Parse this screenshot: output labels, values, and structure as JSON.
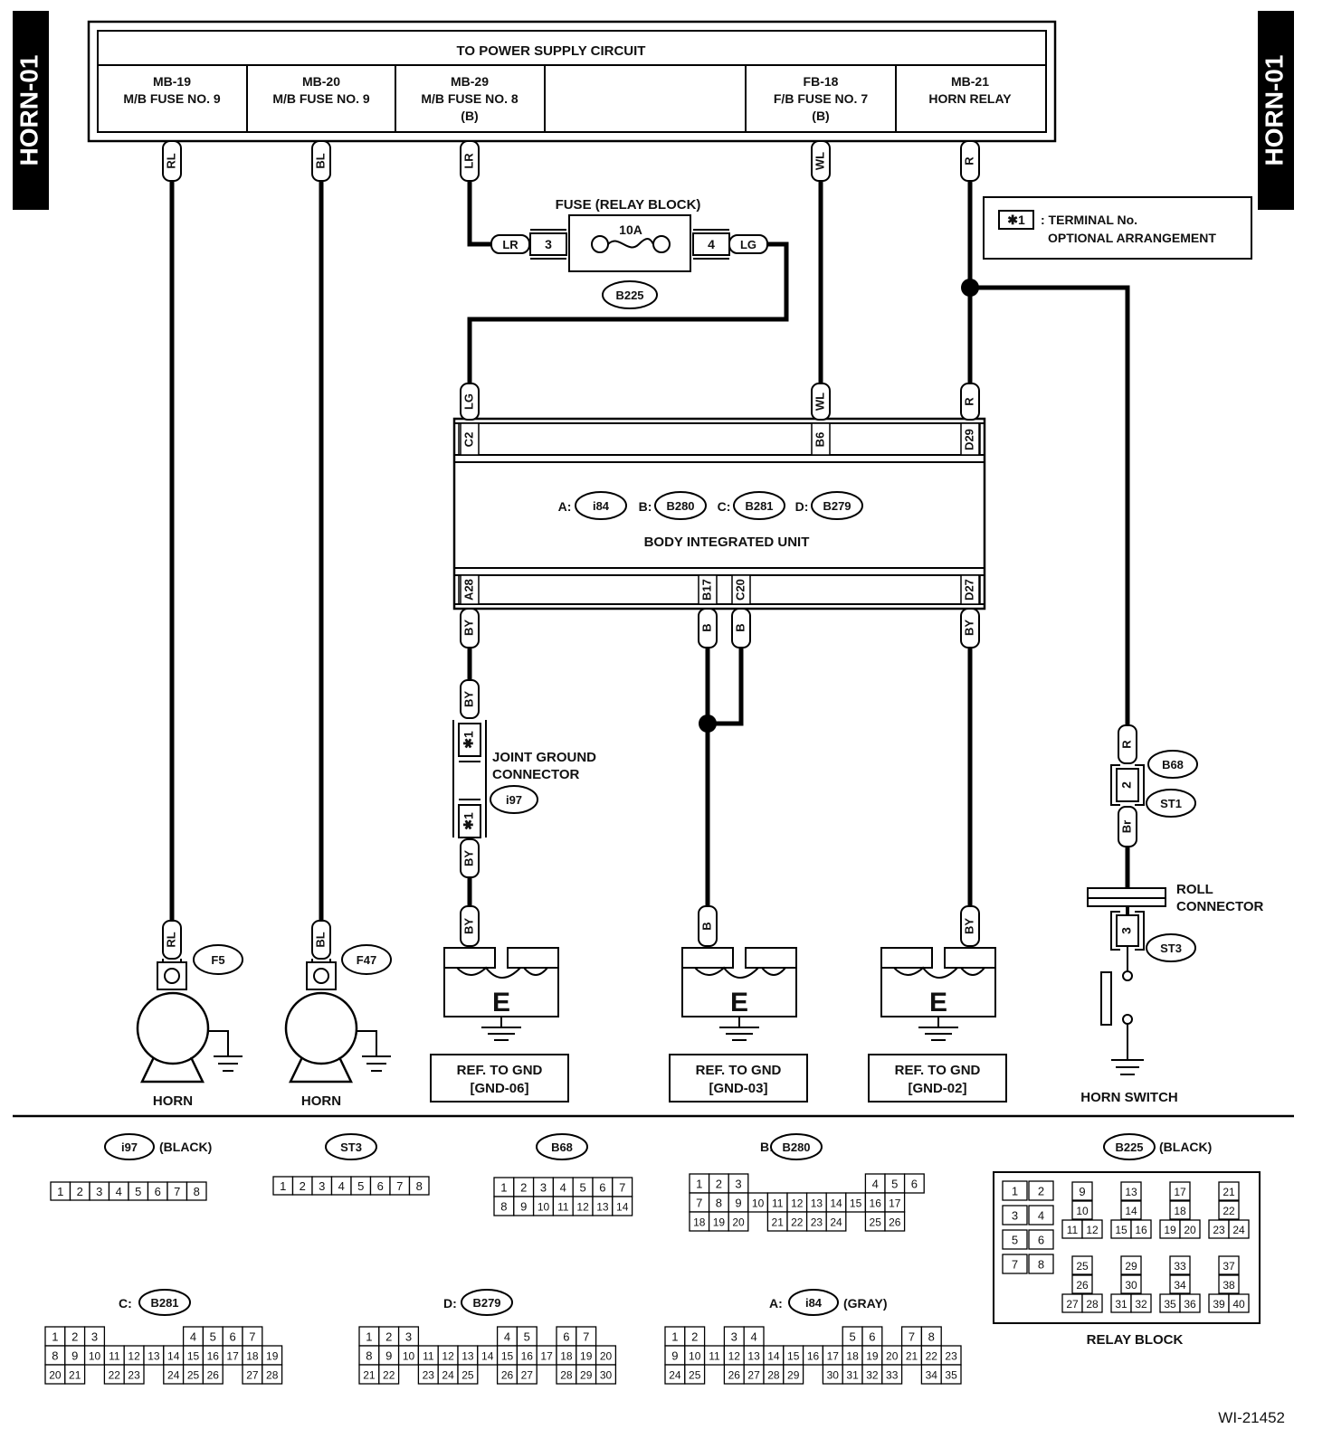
{
  "side_tab": "HORN-01",
  "power": {
    "title": "TO POWER SUPPLY CIRCUIT",
    "cells": [
      {
        "l1": "MB-19",
        "l2": "M/B FUSE NO. 9",
        "l3": ""
      },
      {
        "l1": "MB-20",
        "l2": "M/B FUSE NO. 9",
        "l3": ""
      },
      {
        "l1": "MB-29",
        "l2": "M/B FUSE NO. 8",
        "l3": "(B)"
      },
      {
        "l1": "",
        "l2": "",
        "l3": ""
      },
      {
        "l1": "FB-18",
        "l2": "F/B FUSE NO. 7",
        "l3": "(B)"
      },
      {
        "l1": "MB-21",
        "l2": "HORN RELAY",
        "l3": ""
      }
    ]
  },
  "wire_colors": {
    "rl": "RL",
    "bl": "BL",
    "lr": "LR",
    "lg": "LG",
    "wl": "WL",
    "r": "R",
    "by": "BY",
    "b": "B",
    "br": "Br"
  },
  "fuse": {
    "title": "FUSE (RELAY BLOCK)",
    "rating": "10A",
    "pin_in": "3",
    "pin_out": "4",
    "connector": "B225"
  },
  "legend": {
    "mark": "✱1",
    "line1": ": TERMINAL No.",
    "line2": "OPTIONAL ARRANGEMENT"
  },
  "biu": {
    "name": "BODY INTEGRATED UNIT",
    "prefixes": [
      "A:",
      "B:",
      "C:",
      "D:"
    ],
    "connectors": [
      "i84",
      "B280",
      "B281",
      "B279"
    ],
    "top_pins": [
      "C2",
      "B6",
      "D29"
    ],
    "bottom_pins": [
      "A28",
      "B17",
      "C20",
      "D27"
    ]
  },
  "joint": {
    "line1": "JOINT GROUND",
    "line2": "CONNECTOR",
    "connector": "i97",
    "mark": "✱1"
  },
  "grounds": [
    {
      "letter": "E",
      "ref1": "REF. TO GND",
      "ref2": "[GND-06]"
    },
    {
      "letter": "E",
      "ref1": "REF. TO GND",
      "ref2": "[GND-03]"
    },
    {
      "letter": "E",
      "ref1": "REF. TO GND",
      "ref2": "[GND-02]"
    }
  ],
  "horns": [
    {
      "label": "HORN",
      "connector": "F5"
    },
    {
      "label": "HORN",
      "connector": "F47"
    }
  ],
  "horn_switch": {
    "pin_top": "2",
    "conn_b": "B68",
    "conn_st1": "ST1",
    "roll1": "ROLL",
    "roll2": "CONNECTOR",
    "pin_st3": "3",
    "conn_st3": "ST3",
    "label": "HORN SWITCH"
  },
  "views": {
    "i97": {
      "name": "i97",
      "note": "(BLACK)",
      "pins": [
        "1",
        "2",
        "3",
        "4",
        "5",
        "6",
        "7",
        "8"
      ]
    },
    "st3": {
      "name": "ST3",
      "pins": [
        "1",
        "2",
        "3",
        "4",
        "5",
        "6",
        "7",
        "8"
      ]
    },
    "b68": {
      "name": "B68",
      "rows": [
        [
          "1",
          "2",
          "3",
          "4",
          "5",
          "6",
          "7"
        ],
        [
          "8",
          "9",
          "10",
          "11",
          "12",
          "13",
          "14"
        ]
      ]
    },
    "b280": {
      "prefix": "B:",
      "name": "B280",
      "rows": [
        [
          "1",
          "2",
          "3",
          "",
          "",
          "",
          "",
          "",
          "",
          "4",
          "5",
          "6"
        ],
        [
          "7",
          "8",
          "9",
          "10",
          "11",
          "12",
          "13",
          "14",
          "15",
          "16",
          "17"
        ],
        [
          "18",
          "19",
          "20",
          "",
          "21",
          "22",
          "23",
          "24",
          "",
          "25",
          "26"
        ]
      ]
    },
    "b225": {
      "name": "B225",
      "note": "(BLACK)",
      "caption": "RELAY BLOCK",
      "left": [
        [
          "1",
          "2"
        ],
        [
          "3",
          "4"
        ],
        [
          "5",
          "6"
        ],
        [
          "7",
          "8"
        ]
      ],
      "groups_top": [
        [
          "9",
          "10",
          "11",
          "12"
        ],
        [
          "13",
          "14",
          "15",
          "16"
        ],
        [
          "17",
          "18",
          "19",
          "20"
        ],
        [
          "21",
          "22",
          "23",
          "24"
        ]
      ],
      "groups_bottom": [
        [
          "25",
          "26",
          "27",
          "28"
        ],
        [
          "29",
          "30",
          "31",
          "32"
        ],
        [
          "33",
          "34",
          "35",
          "36"
        ],
        [
          "37",
          "38",
          "39",
          "40"
        ]
      ]
    },
    "b281": {
      "prefix": "C:",
      "name": "B281",
      "rows": [
        [
          "1",
          "2",
          "3",
          "",
          "",
          "",
          "",
          "4",
          "5",
          "6",
          "7"
        ],
        [
          "8",
          "9",
          "10",
          "11",
          "12",
          "13",
          "14",
          "15",
          "16",
          "17",
          "18",
          "19"
        ],
        [
          "20",
          "21",
          "",
          "22",
          "23",
          "",
          "24",
          "25",
          "26",
          "",
          "27",
          "28"
        ]
      ]
    },
    "b279": {
      "prefix": "D:",
      "name": "B279",
      "rows": [
        [
          "1",
          "2",
          "3",
          "",
          "",
          "",
          "",
          "4",
          "5",
          "",
          "6",
          "7"
        ],
        [
          "8",
          "9",
          "10",
          "11",
          "12",
          "13",
          "14",
          "15",
          "16",
          "17",
          "18",
          "19",
          "20"
        ],
        [
          "21",
          "22",
          "",
          "23",
          "24",
          "25",
          "",
          "26",
          "27",
          "",
          "28",
          "29",
          "30"
        ]
      ]
    },
    "i84": {
      "prefix": "A:",
      "name": "i84",
      "note": "(GRAY)",
      "rows": [
        [
          "1",
          "2",
          "",
          "3",
          "4",
          "",
          "",
          "",
          "",
          "5",
          "6",
          "",
          "7",
          "8"
        ],
        [
          "9",
          "10",
          "11",
          "12",
          "13",
          "14",
          "15",
          "16",
          "17",
          "18",
          "19",
          "20",
          "21",
          "22",
          "23"
        ],
        [
          "24",
          "25",
          "",
          "26",
          "27",
          "28",
          "29",
          "",
          "30",
          "31",
          "32",
          "33",
          "",
          "34",
          "35"
        ]
      ]
    }
  },
  "figure_id": "WI-21452"
}
